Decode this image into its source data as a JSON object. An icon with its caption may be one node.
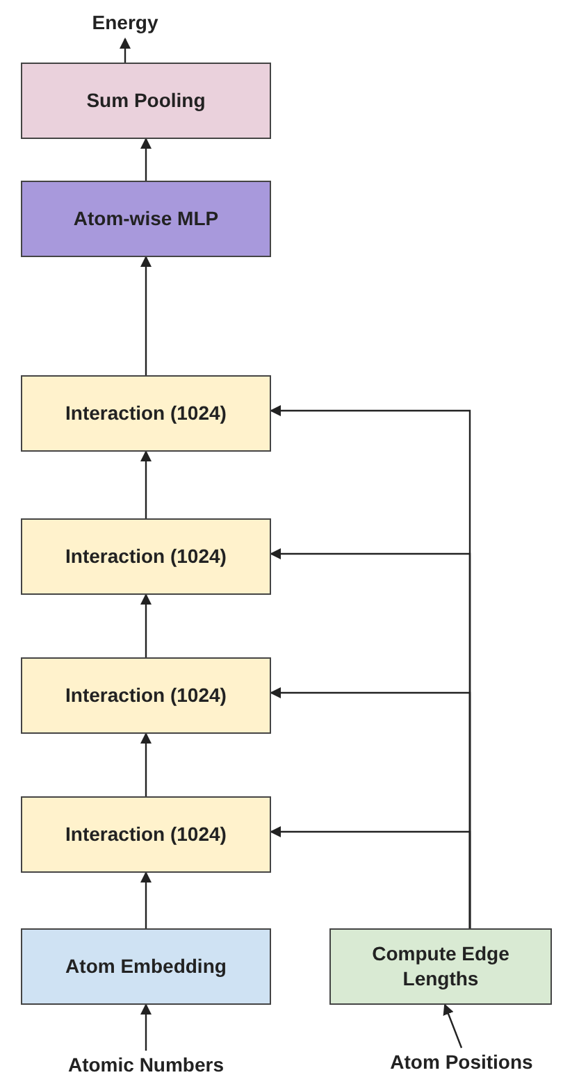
{
  "diagram": {
    "nodes": [
      {
        "text": [
          "Energy"
        ]
      },
      {
        "text": [
          "Sum Pooling"
        ]
      },
      {
        "text": [
          "Atom-wise MLP"
        ]
      },
      {
        "text": [
          "Interaction (1024)"
        ]
      },
      {
        "text": [
          "Interaction (1024)"
        ]
      },
      {
        "text": [
          "Interaction (1024)"
        ]
      },
      {
        "text": [
          "Interaction (1024)"
        ]
      },
      {
        "text": [
          "Atom Embedding"
        ]
      },
      {
        "text": [
          "Compute Edge Lengths"
        ]
      },
      {
        "text": [
          "Atomic Numbers"
        ]
      },
      {
        "text": [
          "Atom Positions"
        ]
      }
    ],
    "edges": [
      {
        "from": 9,
        "to": 7,
        "arrow": "to"
      },
      {
        "from": 7,
        "to": 6,
        "arrow": "to"
      },
      {
        "from": 6,
        "to": 5,
        "arrow": "to"
      },
      {
        "from": 5,
        "to": 4,
        "arrow": "to"
      },
      {
        "from": 4,
        "to": 3,
        "arrow": "to"
      },
      {
        "from": 3,
        "to": 2,
        "arrow": "to"
      },
      {
        "from": 2,
        "to": 1,
        "arrow": "to"
      },
      {
        "from": 1,
        "to": 0,
        "arrow": "to"
      },
      {
        "from": 10,
        "to": 8,
        "arrow": "to"
      },
      {
        "from": 8,
        "to": 3,
        "arrow": "to"
      },
      {
        "from": 8,
        "to": 4,
        "arrow": "to"
      },
      {
        "from": 8,
        "to": 5,
        "arrow": "to"
      },
      {
        "from": 8,
        "to": 6,
        "arrow": "to"
      }
    ]
  }
}
